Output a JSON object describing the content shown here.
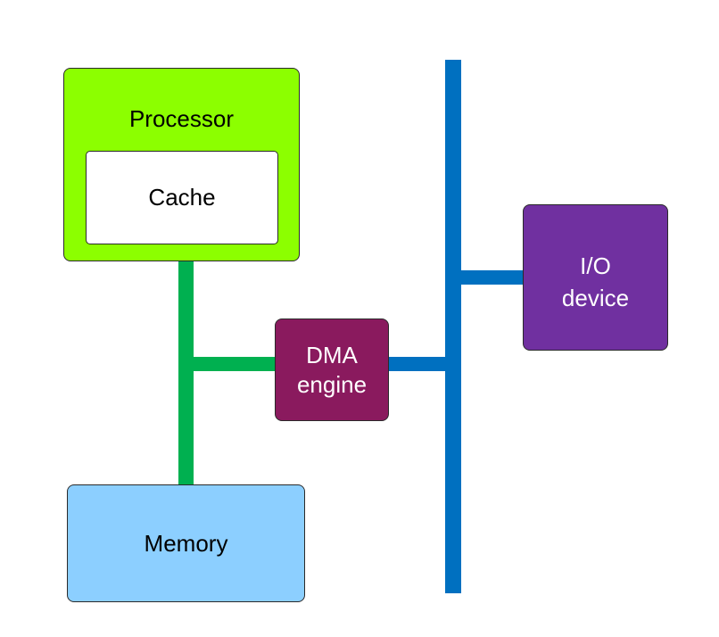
{
  "nodes": {
    "processor": {
      "label": "Processor",
      "color": "#8cff00"
    },
    "cache": {
      "label": "Cache",
      "color": "#ffffff"
    },
    "memory": {
      "label": "Memory",
      "color": "#8ccfff"
    },
    "dma_engine": {
      "line1": "DMA",
      "line2": "engine",
      "color": "#8a1a5e"
    },
    "io_device": {
      "line1": "I/O",
      "line2": "device",
      "color": "#7030a0"
    }
  },
  "buses": {
    "memory_bus_color": "#00b050",
    "io_bus_color": "#0070c0"
  }
}
